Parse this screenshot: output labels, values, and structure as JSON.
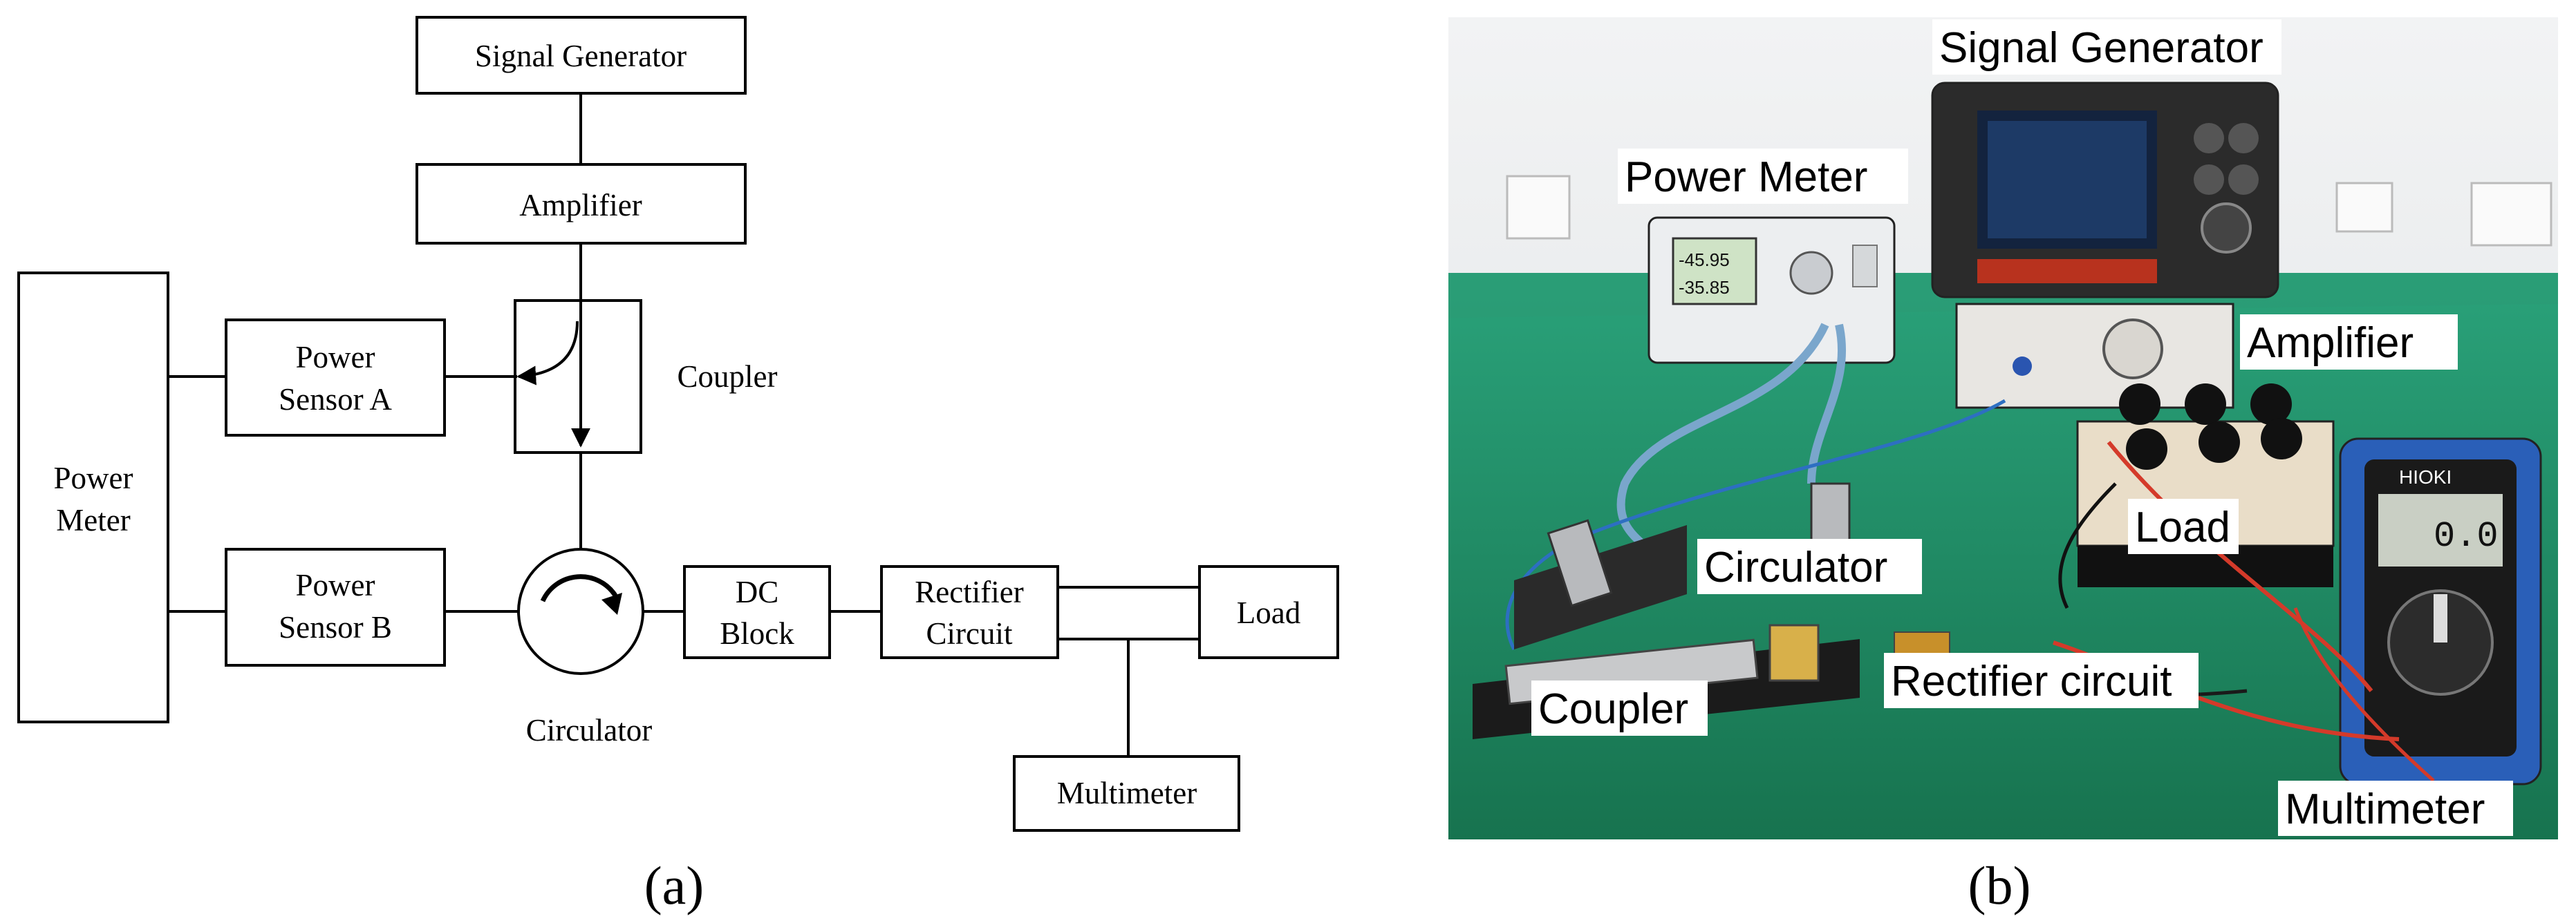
{
  "diagram": {
    "signal_generator": "Signal Generator",
    "amplifier": "Amplifier",
    "power_sensor_a": [
      "Power",
      "Sensor A"
    ],
    "coupler": "Coupler",
    "power_meter": [
      "Power",
      "Meter"
    ],
    "power_sensor_b": [
      "Power",
      "Sensor B"
    ],
    "circulator": "Circulator",
    "dc_block": [
      "DC",
      "Block"
    ],
    "rectifier_circuit": [
      "Rectifier",
      "Circuit"
    ],
    "load": "Load",
    "multimeter": "Multimeter",
    "panel_label": "(a)"
  },
  "photo": {
    "signal_generator": "Signal Generator",
    "power_meter": "Power Meter",
    "amplifier": "Amplifier",
    "load": "Load",
    "circulator": "Circulator",
    "rectifier_circuit": "Rectifier circuit",
    "coupler": "Coupler",
    "multimeter": "Multimeter",
    "panel_label": "(b)",
    "power_meter_readings": [
      "-45.95",
      "-35.85"
    ],
    "multimeter_reading": "0.0",
    "multimeter_brand": "HIOKI",
    "colors": {
      "bench_green": "#1f8a63",
      "wall": "#e9ecee",
      "cable_blue": "#7aa6cc",
      "cable_red": "#d43a2a"
    }
  }
}
